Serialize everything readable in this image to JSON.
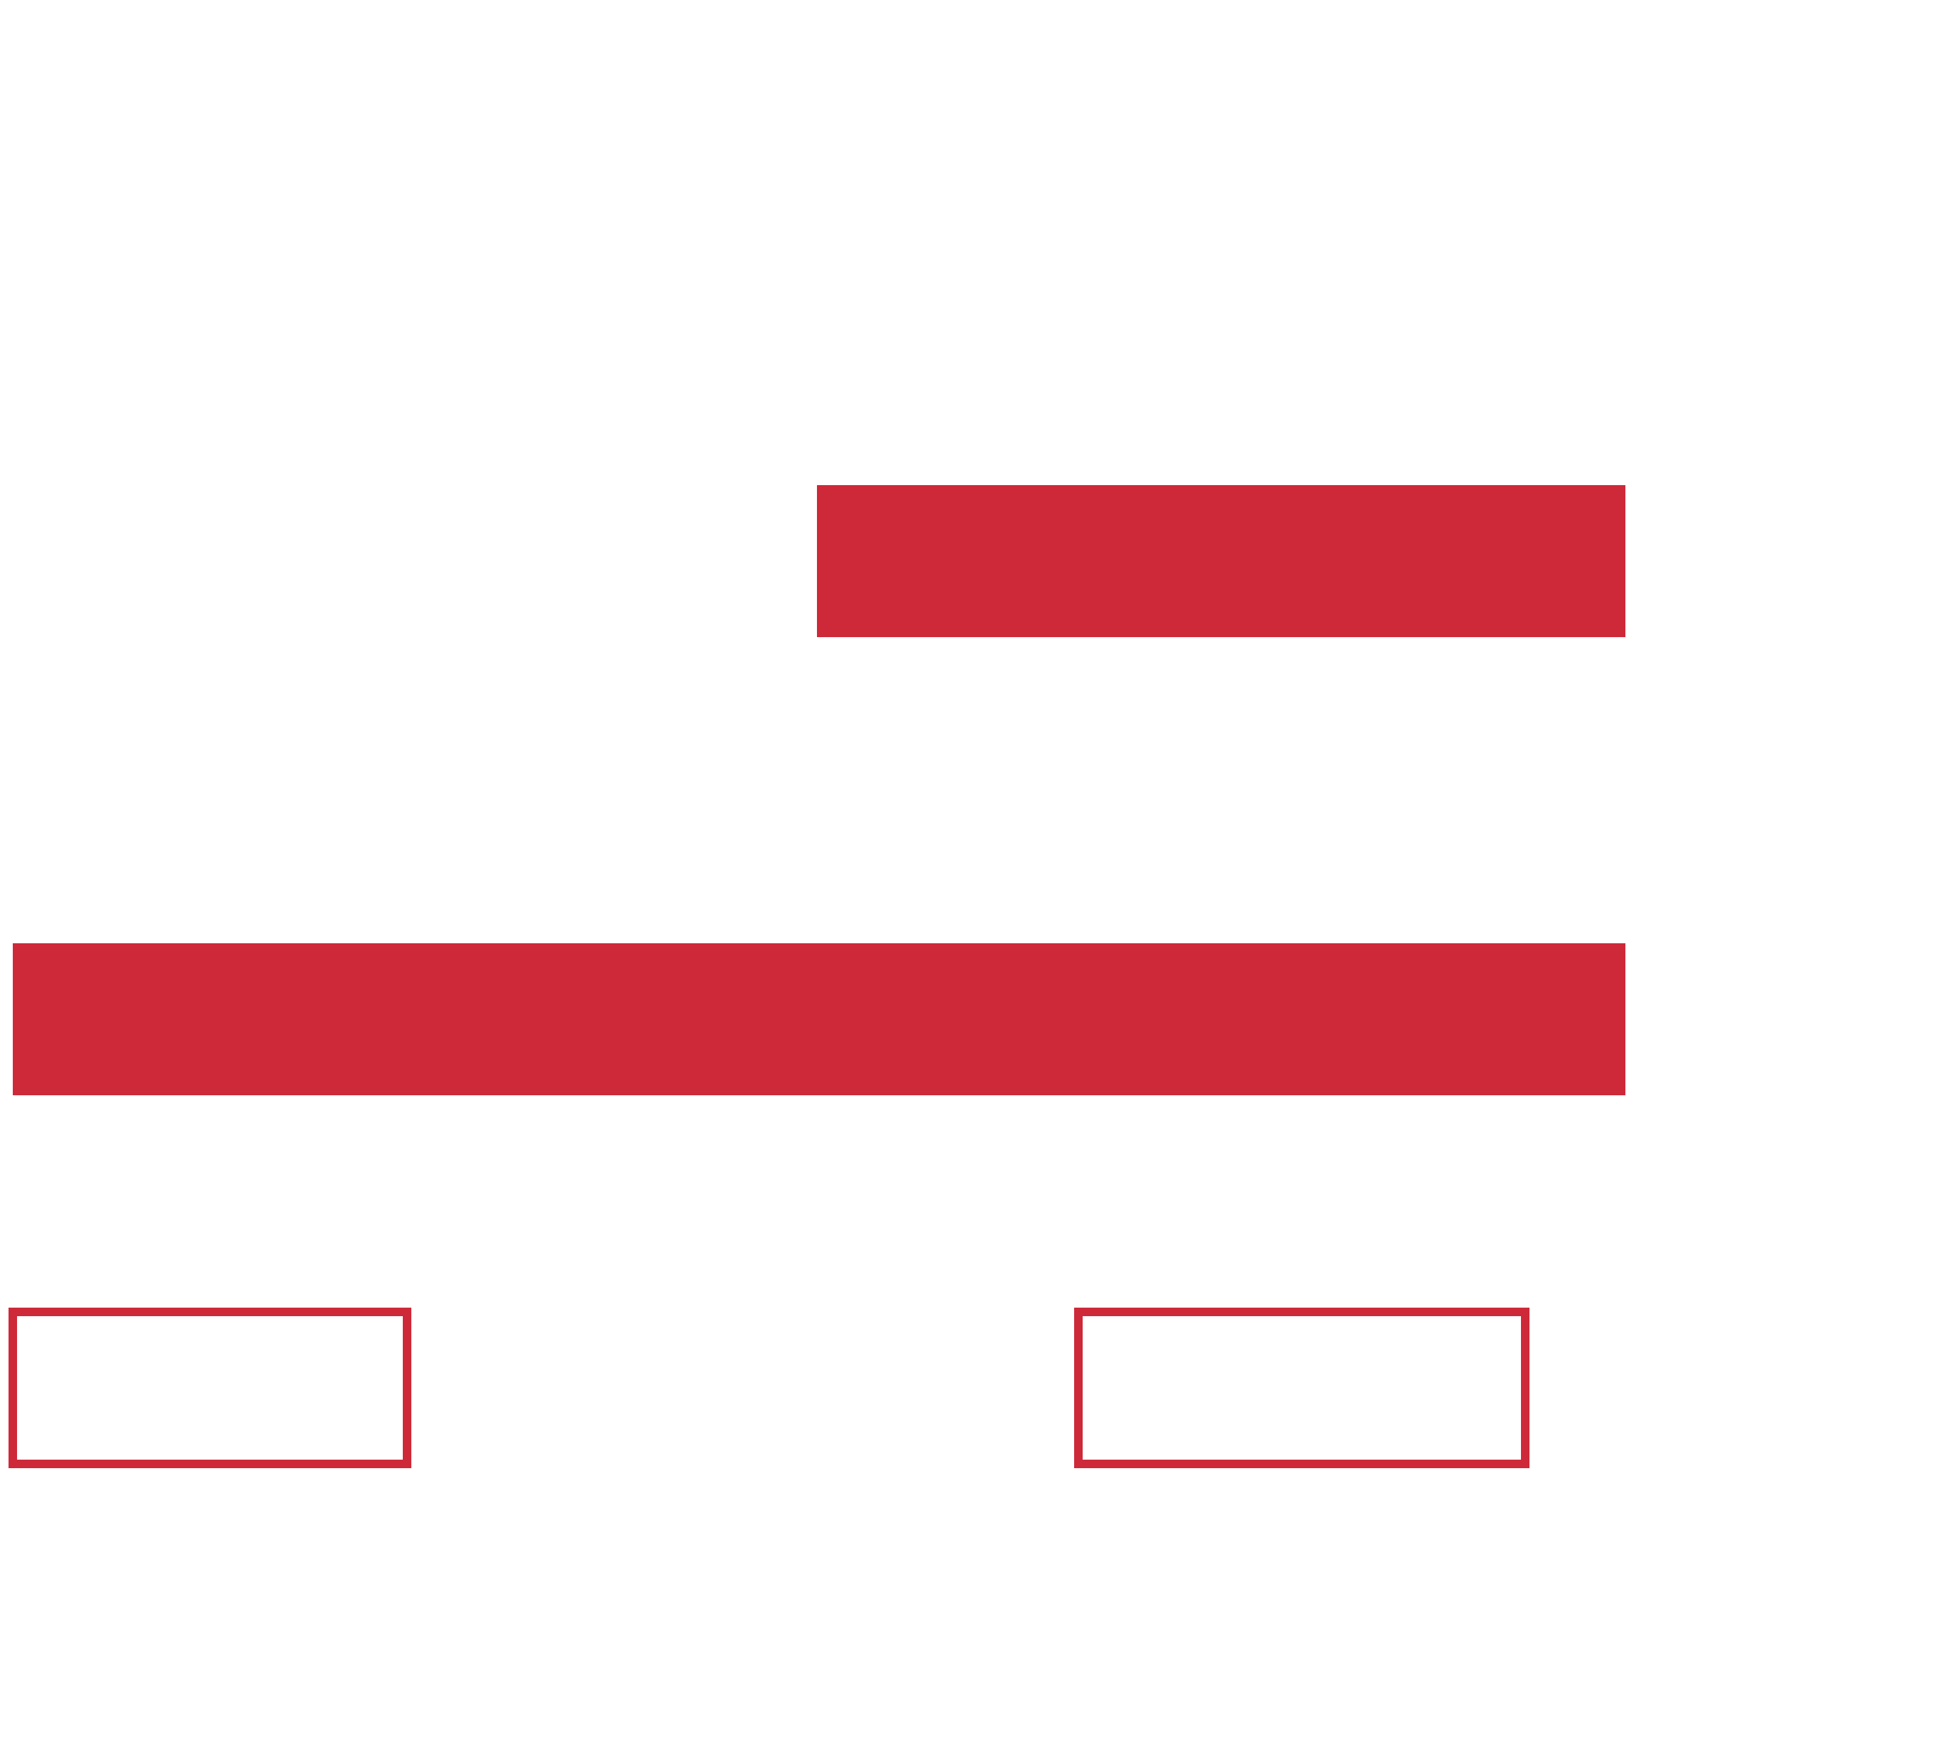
{
  "diagram": {
    "accent_color": "#ce2939",
    "background_color": "#ffffff",
    "blocks": [
      {
        "name": "top-filled-bar",
        "style": "filled"
      },
      {
        "name": "wide-filled-bar",
        "style": "filled"
      },
      {
        "name": "left-outlined-box",
        "style": "outlined"
      },
      {
        "name": "right-outlined-box",
        "style": "outlined"
      }
    ]
  }
}
